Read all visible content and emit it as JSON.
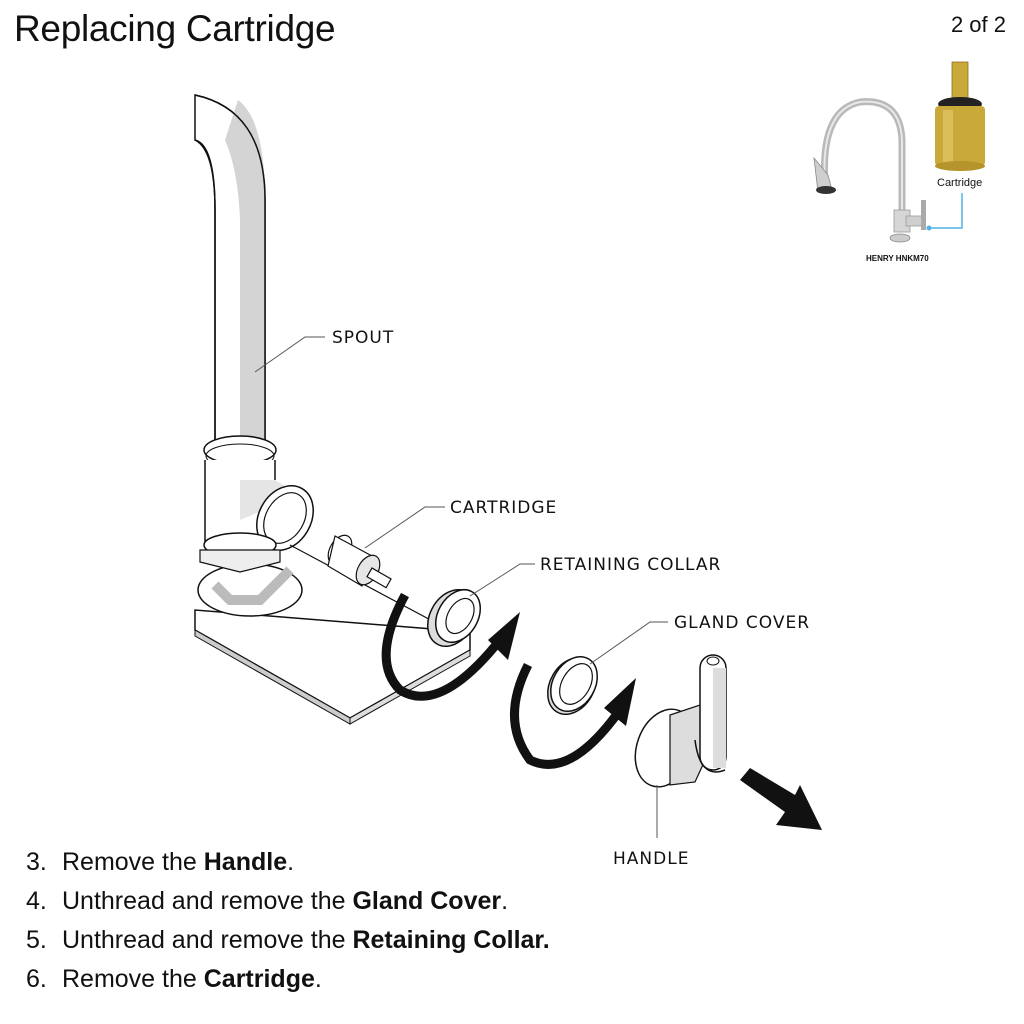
{
  "header": {
    "title": "Replacing Cartridge",
    "page_indicator": "2 of 2"
  },
  "thumbnail": {
    "product_label": "HENRY HNKM70",
    "part_label": "Cartridge",
    "leader_color": "#4fb3e8",
    "cartridge_color": "#c9a93a"
  },
  "diagram": {
    "callouts": {
      "spout": "SPOUT",
      "cartridge": "CARTRIDGE",
      "retaining_collar": "RETAINING COLLAR",
      "gland_cover": "GLAND COVER",
      "handle": "HANDLE"
    }
  },
  "steps": [
    {
      "number": "3.",
      "prefix": "Remove the ",
      "bold": "Handle",
      "suffix": "."
    },
    {
      "number": "4.",
      "prefix": "Unthread and remove the ",
      "bold": "Gland Cover",
      "suffix": "."
    },
    {
      "number": "5.",
      "prefix": "Unthread and remove the ",
      "bold": "Retaining Collar.",
      "suffix": ""
    },
    {
      "number": "6.",
      "prefix": "Remove the ",
      "bold": "Cartridge",
      "suffix": "."
    }
  ]
}
